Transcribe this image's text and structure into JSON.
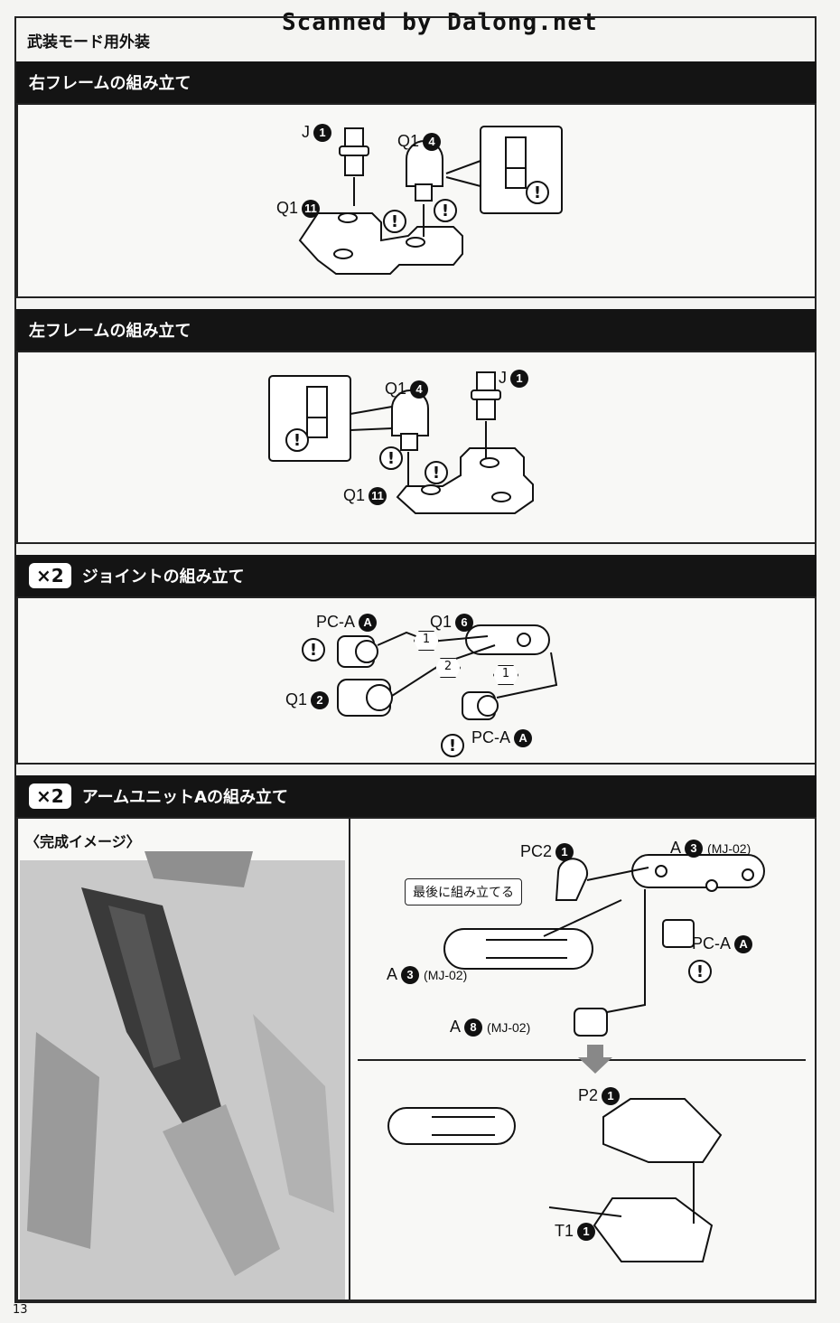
{
  "watermark": "Scanned by Dalong.net",
  "page_title": "武装モード用外装",
  "page_number": "13",
  "sections": [
    {
      "title": "右フレームの組み立て",
      "labels": {
        "j": "J",
        "j_num": "1",
        "q1_top": "Q1",
        "q1_top_num": "4",
        "q1_bottom": "Q1",
        "q1_bottom_num": "11"
      }
    },
    {
      "title": "左フレームの組み立て",
      "labels": {
        "j": "J",
        "j_num": "1",
        "q1_top": "Q1",
        "q1_top_num": "4",
        "q1_bottom": "Q1",
        "q1_bottom_num": "11"
      }
    },
    {
      "multiplier": "×2",
      "title": "ジョイントの組み立て",
      "labels": {
        "pca_top": "PC-A",
        "pca_top_num": "A",
        "q1_six": "Q1",
        "q1_six_num": "6",
        "q1_two": "Q1",
        "q1_two_num": "2",
        "pca_bottom": "PC-A",
        "pca_bottom_num": "A",
        "step1": "1",
        "step2": "2",
        "step1b": "1"
      }
    },
    {
      "multiplier": "×2",
      "title": "アームユニットAの組み立て",
      "finished_image_label": "〈完成イメージ〉",
      "callout": "最後に組み立てる",
      "labels": {
        "pc2": "PC2",
        "pc2_num": "1",
        "a3_top": "A",
        "a3_top_num": "3",
        "a3_top_code": "(MJ-02)",
        "pca": "PC-A",
        "pca_num": "A",
        "a3_bottom": "A",
        "a3_bottom_num": "3",
        "a3_bottom_code": "(MJ-02)",
        "a8": "A",
        "a8_num": "8",
        "a8_code": "(MJ-02)",
        "p2": "P2",
        "p2_num": "1",
        "t1": "T1",
        "t1_num": "1"
      }
    }
  ],
  "warning_symbol": "!"
}
